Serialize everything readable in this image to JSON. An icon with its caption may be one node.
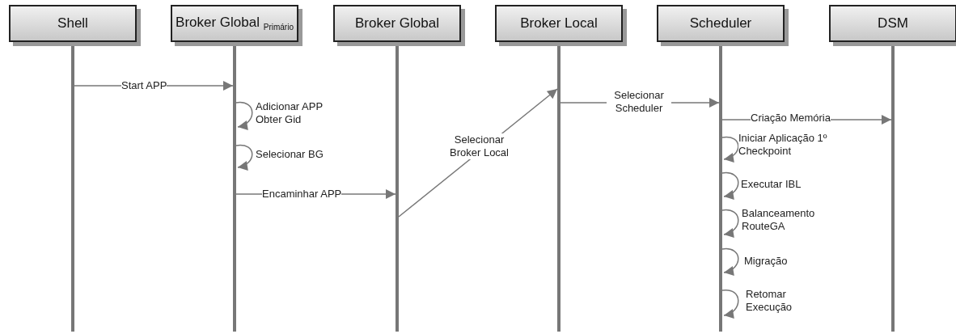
{
  "diagram": {
    "nodes": [
      {
        "text": [
          "Shell"
        ]
      },
      {
        "text": [
          "Broker Global $_{Primário}$"
        ]
      },
      {
        "text": [
          "Broker Global"
        ]
      },
      {
        "text": [
          "Broker Local"
        ]
      },
      {
        "text": [
          "Scheduler"
        ]
      },
      {
        "text": [
          "DSM"
        ]
      }
    ],
    "edges": [
      {
        "from": 0,
        "to": 1,
        "arrow": "to",
        "label": "Start APP"
      },
      {
        "from": 1,
        "to": 1,
        "arrow": "to",
        "label": "Adicionar APP Obter Gid"
      },
      {
        "from": 1,
        "to": 1,
        "arrow": "to",
        "label": "Selecionar BG"
      },
      {
        "from": 1,
        "to": 2,
        "arrow": "to",
        "label": "Encaminhar APP"
      },
      {
        "from": 2,
        "to": 3,
        "arrow": "to",
        "label": "Selecionar Broker Local"
      },
      {
        "from": 3,
        "to": 4,
        "arrow": "to",
        "label": "Selecionar Scheduler"
      },
      {
        "from": 4,
        "to": 5,
        "arrow": "to",
        "label": "Criação Memória"
      },
      {
        "from": 4,
        "to": 4,
        "arrow": "to",
        "label": "Iniciar Aplicação 1º Checkpoint"
      },
      {
        "from": 4,
        "to": 4,
        "arrow": "to",
        "label": "Executar IBL"
      },
      {
        "from": 4,
        "to": 4,
        "arrow": "to",
        "label": "Balanceamento RouteGA"
      },
      {
        "from": 4,
        "to": 4,
        "arrow": "to",
        "label": "Migração"
      },
      {
        "from": 4,
        "to": 4,
        "arrow": "to",
        "label": "Retomar Execução"
      }
    ]
  }
}
